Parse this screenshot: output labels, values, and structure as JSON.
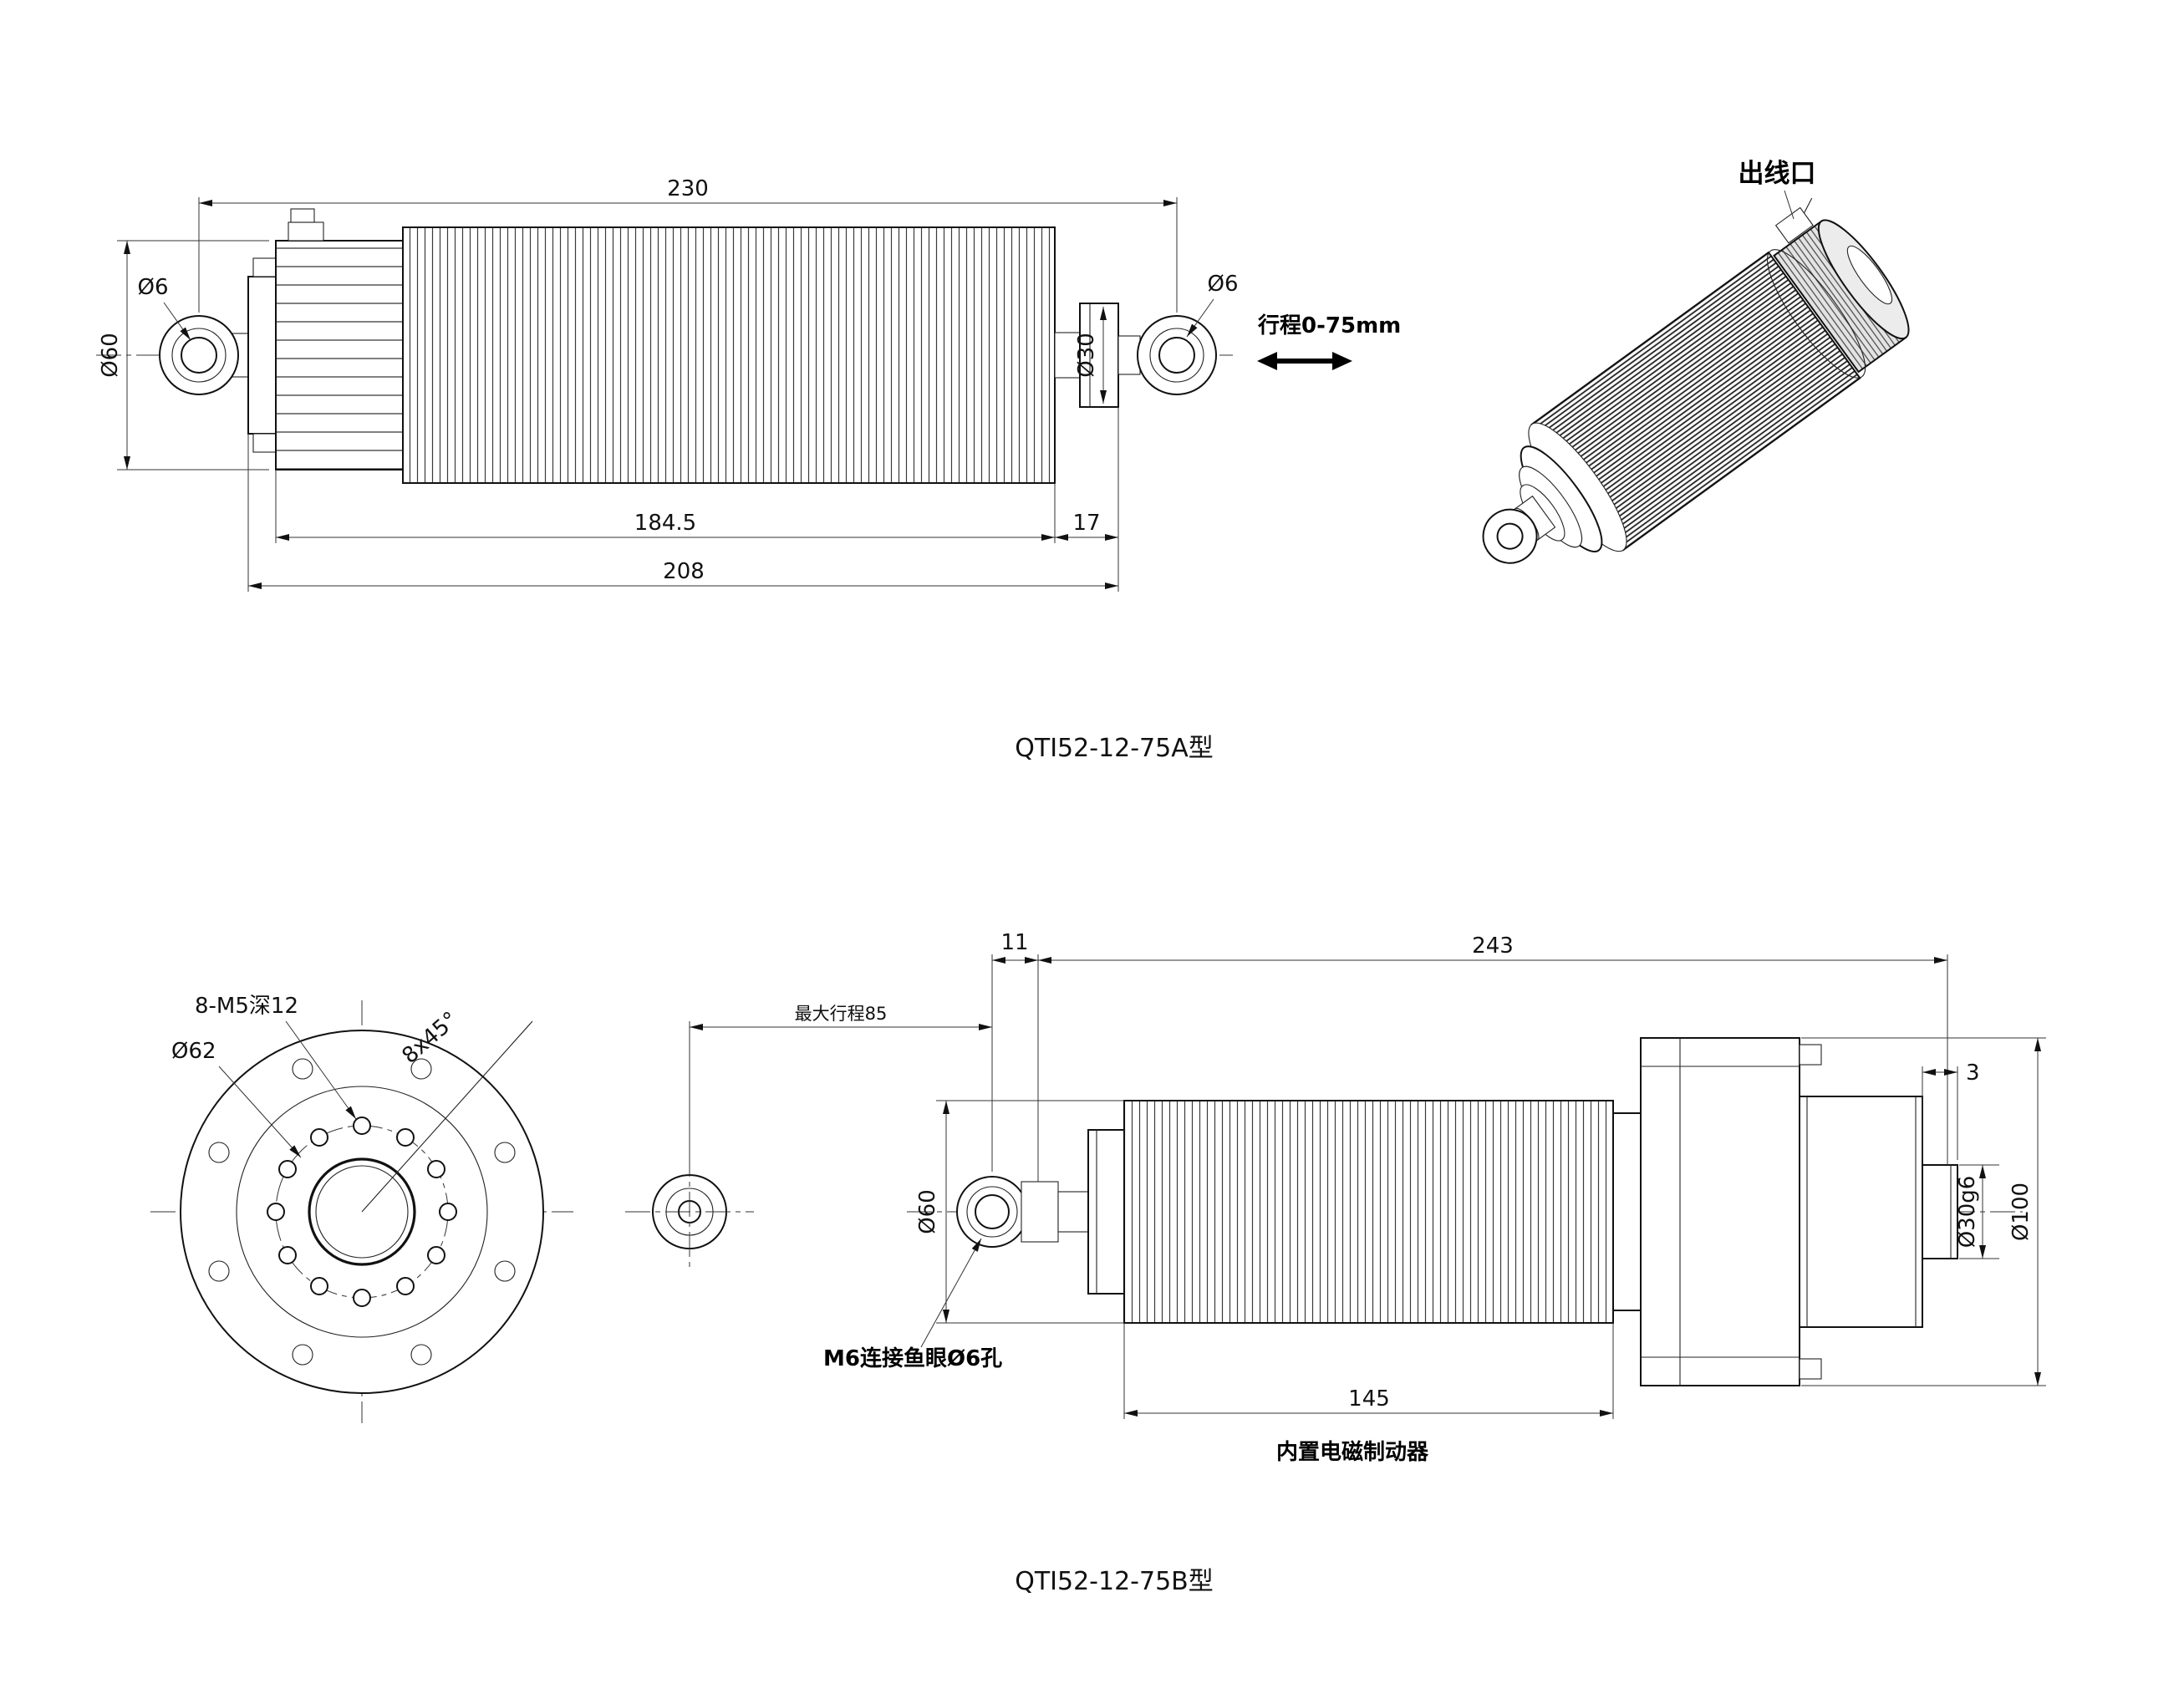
{
  "drawing": {
    "background": "#ffffff",
    "line_color": "#1a1a1a"
  },
  "view_a": {
    "caption": "QTI52-12-75A型",
    "dims": {
      "pin_to_pin": "230",
      "body_length": "184.5",
      "rod_ext": "17",
      "housing_length": "208",
      "body_dia": "Ø60",
      "eye_hole_left": "Ø6",
      "eye_hole_right": "Ø6",
      "rod_dia": "Ø30"
    },
    "labels": {
      "stroke": "行程0-75mm",
      "cable_outlet": "出线口"
    }
  },
  "view_b": {
    "caption": "QTI52-12-75B型",
    "dims": {
      "thread_spec": "8-M5深12",
      "pitch_dia": "Ø62",
      "hole_angle": "8x45°",
      "max_stroke": "最大行程85",
      "eye_offset": "11",
      "total_length": "243",
      "body_dia": "Ø60",
      "boss_length": "3",
      "shaft_dia": "Ø30g6",
      "flange_dia": "Ø100",
      "body_length": "145"
    },
    "labels": {
      "eyelet_note": "M6连接鱼眼Ø6孔",
      "brake_note": "内置电磁制动器"
    }
  }
}
